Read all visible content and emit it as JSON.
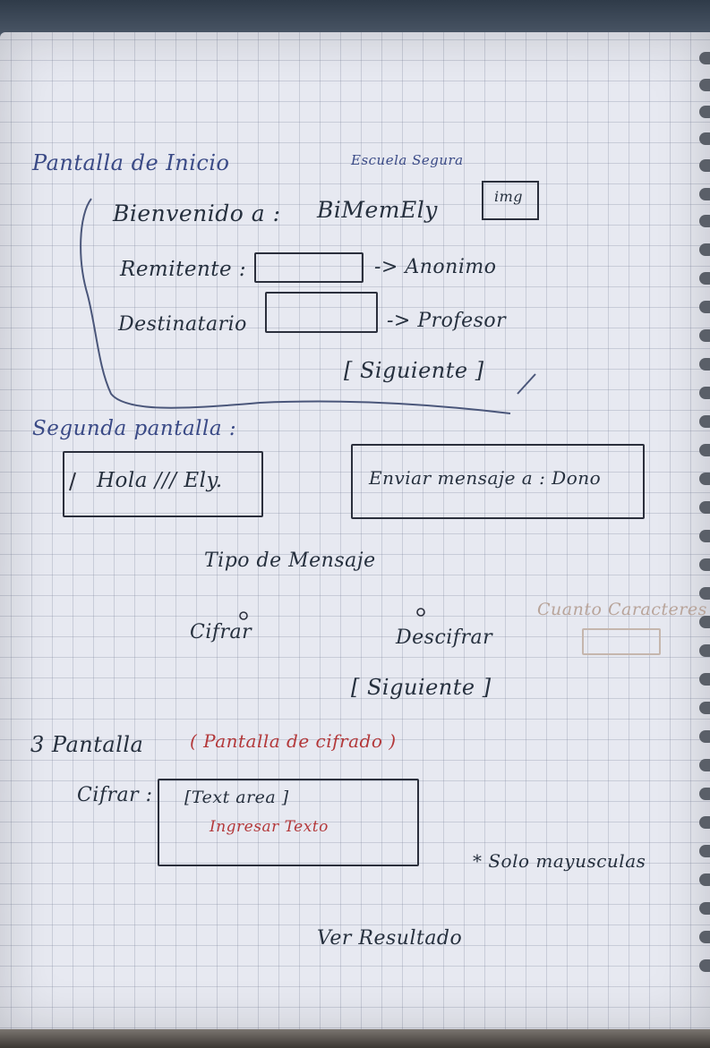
{
  "section1": {
    "title": "Pantalla de Inicio",
    "school": "Escuela Segura",
    "welcome": "Bienvenido a :",
    "welcome_name": "BiMemEly",
    "img_label": "img",
    "sender_label": "Remitente :",
    "sender_arrow": "-> Anonimo",
    "recipient_label": "Destinatario",
    "recipient_arrow": "-> Profesor",
    "next_button": "[ Siguiente ]"
  },
  "section2": {
    "title": "Segunda pantalla :",
    "greeting": "Hola /// Ely.",
    "send_message": "Enviar mensaje a : Dono",
    "message_type_title": "Tipo de Mensaje",
    "option_encrypt": "Cifrar",
    "option_decrypt": "Descifrar",
    "char_count_label": "Cuanto Caracteres",
    "next_button": "[ Siguiente ]"
  },
  "section3": {
    "title": "3 Pantalla",
    "subtitle": "( Pantalla de cifrado )",
    "cipher_label": "Cifrar :",
    "textarea_value": "[Text area ]",
    "textarea_placeholder": "Ingresar Texto",
    "note": "* Solo mayusculas",
    "result_button": "Ver Resultado"
  },
  "colors": {
    "ink_blue": "#3a4a86",
    "ink_dark": "#26303e",
    "ink_red": "#b3383a",
    "paper": "#e7e9f1"
  }
}
